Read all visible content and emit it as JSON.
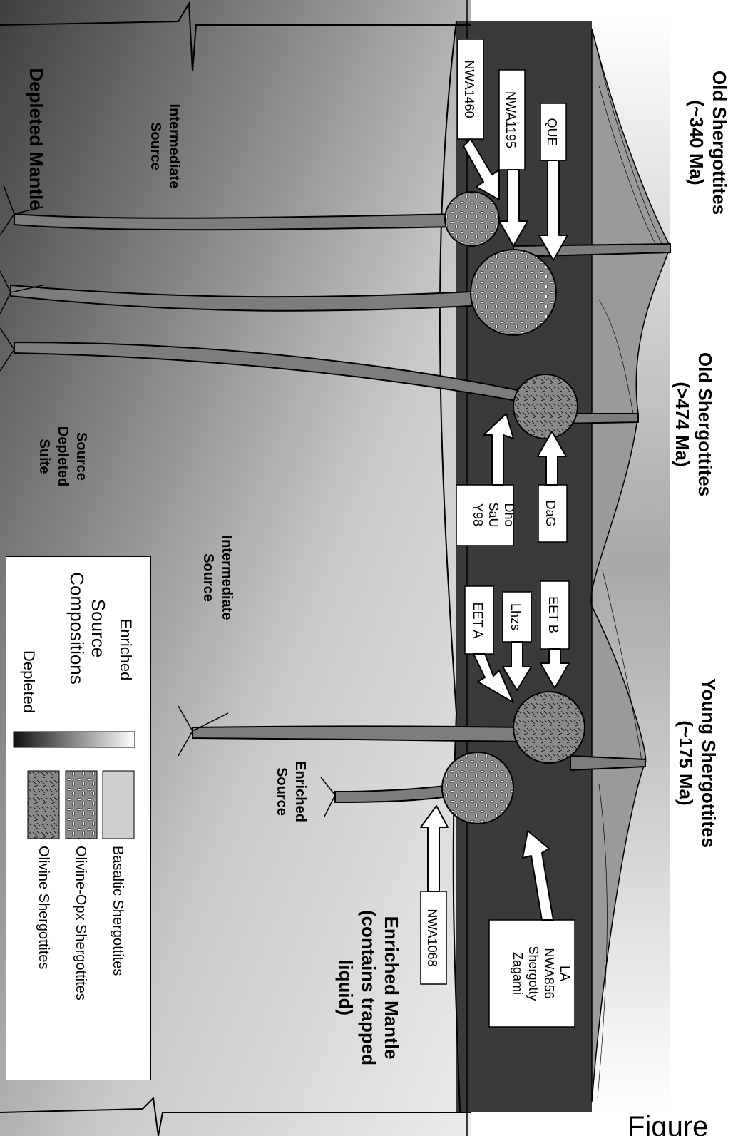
{
  "eruptions": [
    {
      "title": "Old Shergottites",
      "age": "(~340 Ma)"
    },
    {
      "title": "Old Shergottites",
      "age": "(>474 Ma)"
    },
    {
      "title": "Young Shergottites",
      "age": "(~175 Ma)"
    }
  ],
  "sources": {
    "depleted_mantle": "Depleted Mantle",
    "intermediate_1": [
      "Intermediate",
      "Source"
    ],
    "depleted_suite": [
      "Source",
      "Depleted",
      "Suite"
    ],
    "intermediate_2": [
      "Intermediate",
      "Source"
    ],
    "enriched_source": [
      "Enriched",
      "Source"
    ],
    "enriched_mantle": [
      "Enriched Mantle",
      "(contains trapped",
      "liquid)"
    ]
  },
  "meteorites": {
    "nwa1460": [
      "NWA1460"
    ],
    "nwa1195": [
      "NWA1195"
    ],
    "que": [
      "QUE"
    ],
    "dho": [
      "Dho",
      "SaU",
      "Y98"
    ],
    "dag": [
      "DaG"
    ],
    "eetb": [
      "EET B"
    ],
    "lhzs": [
      "Lhzs"
    ],
    "eeta": [
      "EET A"
    ],
    "nwa1068": [
      "NWA1068"
    ],
    "la": [
      "LA",
      "NWA856",
      "Shergotty",
      "Zagami"
    ]
  },
  "legend": {
    "scale_title": [
      "Source",
      "Compositions"
    ],
    "enriched": "Enriched",
    "depleted": "Depleted",
    "items": [
      {
        "label": "Basaltic Shergottites",
        "pattern": "basaltic"
      },
      {
        "label": "Olivine-Opx Shergottites",
        "pattern": "olivine-opx"
      },
      {
        "label": "Olivine Shergottites",
        "pattern": "olivine"
      }
    ]
  },
  "caption": "Figure",
  "colors": {
    "crust": "#3a3a3a",
    "lava": "#8f8f8f",
    "magma": "#7d7d7d",
    "mantle_light": "#e8e8e8",
    "mantle_dark": "#484848"
  }
}
